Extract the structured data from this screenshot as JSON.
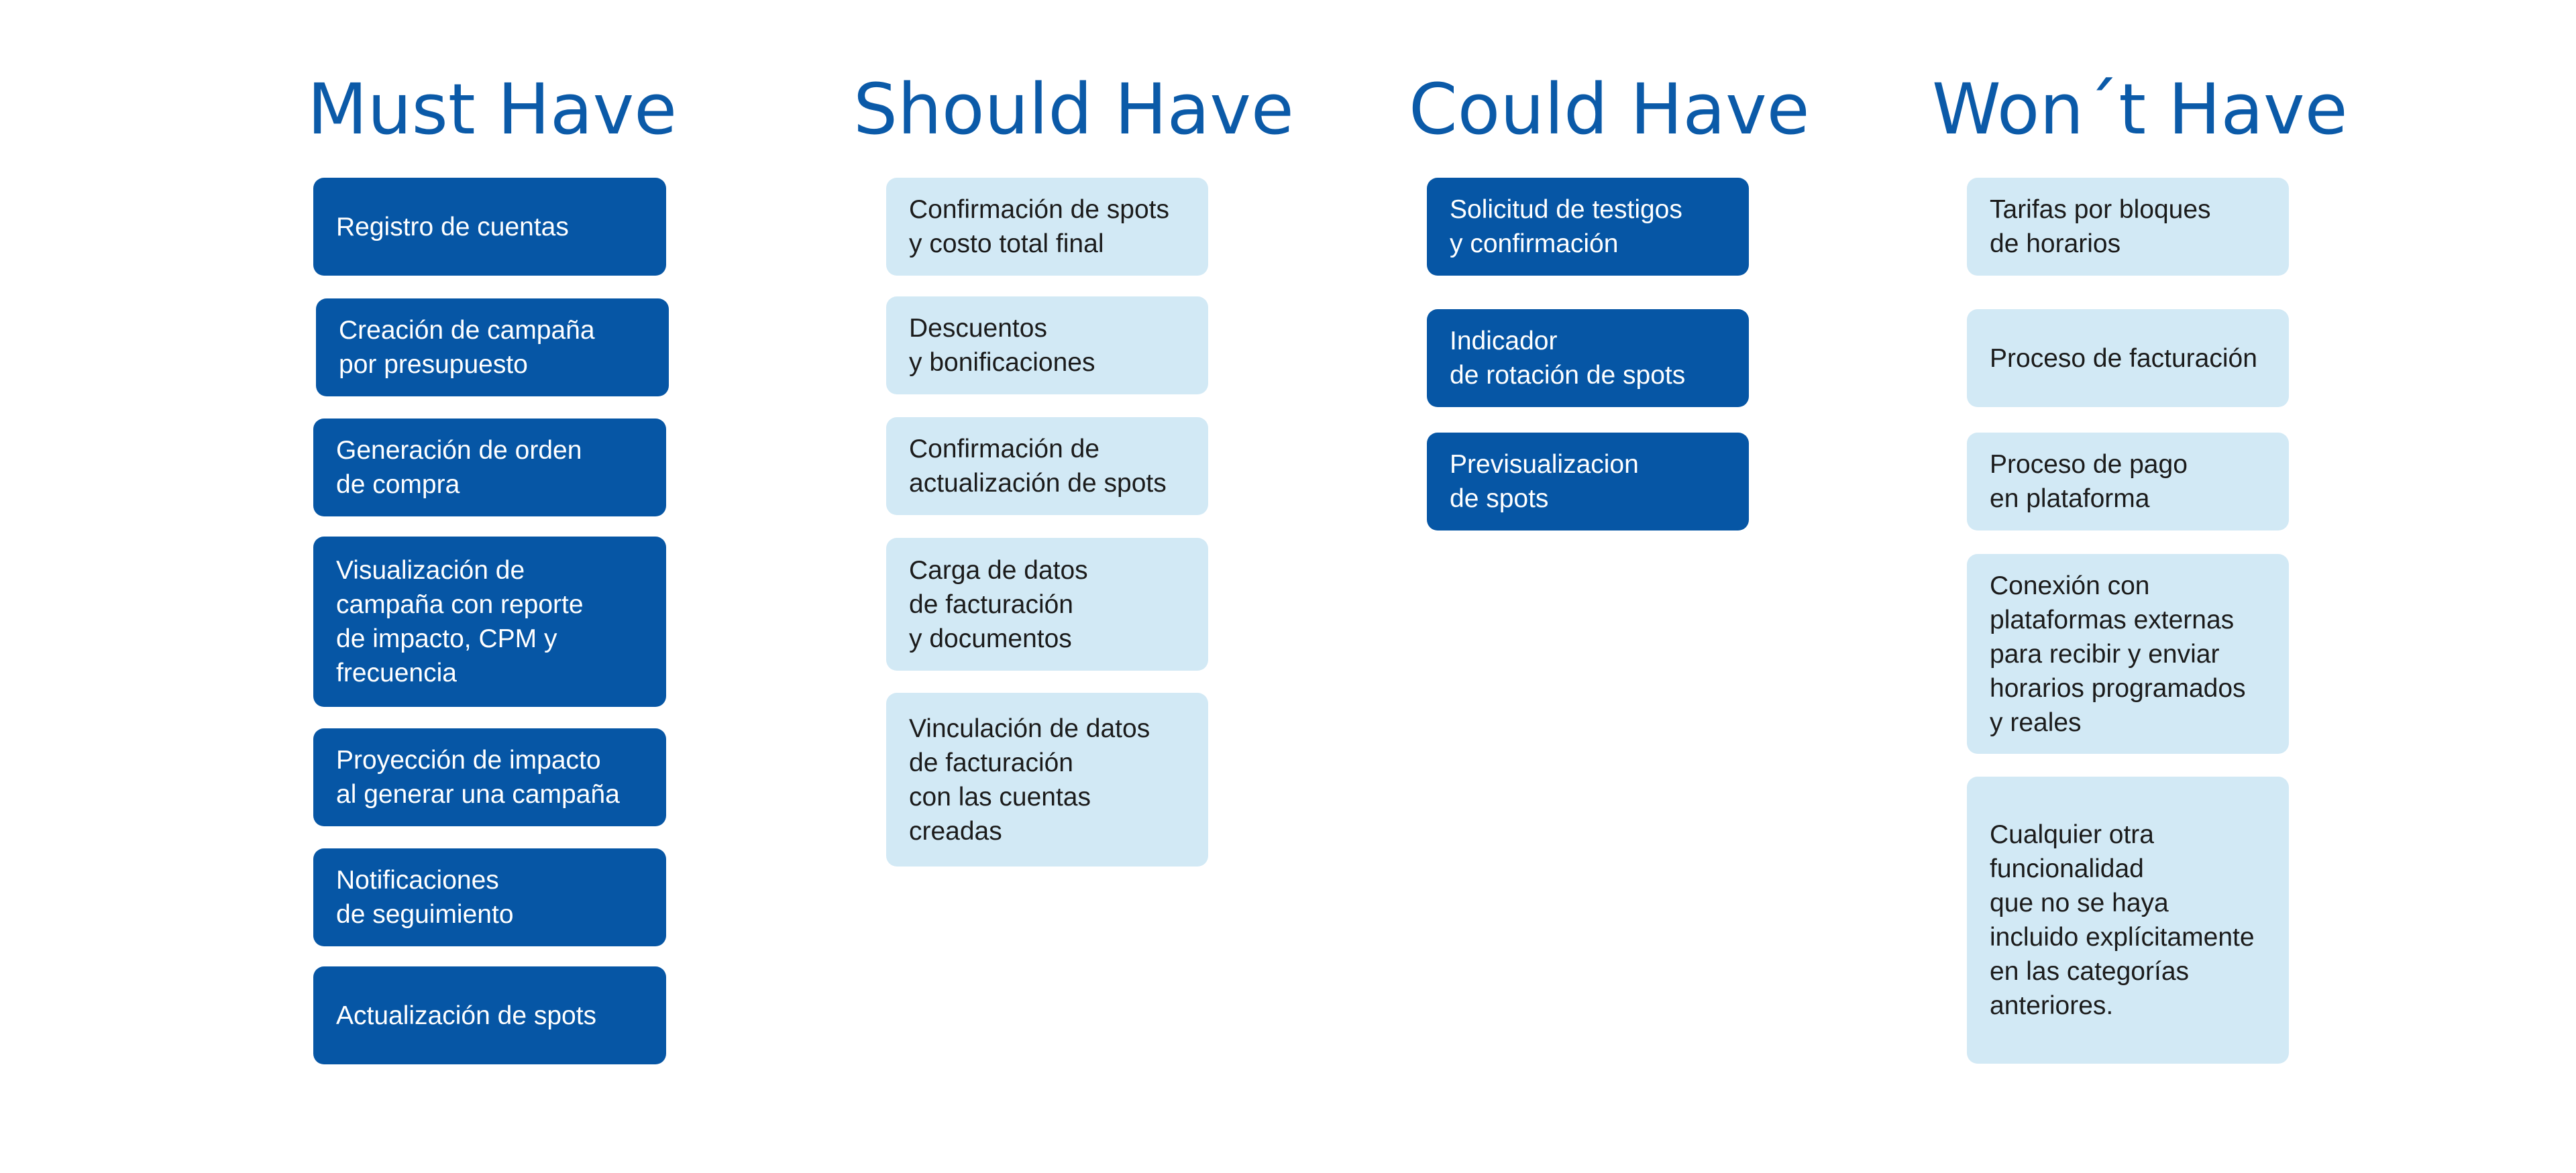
{
  "colors": {
    "title": "#0b5aa8",
    "dark_card_bg": "#0656a5",
    "dark_card_text": "#ffffff",
    "light_card_bg": "#d2e9f5",
    "light_card_text": "#1b1b1b"
  },
  "columns": [
    {
      "title": "Must Have",
      "style": "dark",
      "items": [
        "Registro de cuentas",
        "Creación de campaña\npor presupuesto",
        "Generación de orden\nde compra",
        "Visualización de\ncampaña con reporte\nde impacto, CPM y\nfrecuencia",
        "Proyección de impacto\nal generar una campaña",
        "Notificaciones\nde seguimiento",
        "Actualización de spots"
      ]
    },
    {
      "title": "Should Have",
      "style": "light",
      "items": [
        "Confirmación de spots\ny costo total final",
        "Descuentos\ny bonificaciones",
        "Confirmación de\nactualización de spots",
        "Carga de datos\nde facturación\ny documentos",
        "Vinculación  de datos\nde facturación\ncon las cuentas\ncreadas"
      ]
    },
    {
      "title": "Could Have",
      "style": "dark",
      "items": [
        "Solicitud de testigos\ny confirmación",
        "Indicador\nde rotación de spots",
        "Previsualizacion\nde spots"
      ]
    },
    {
      "title": "Won´t Have",
      "style": "light",
      "items": [
        "Tarifas por bloques\nde horarios",
        "Proceso de facturación",
        "Proceso de pago\nen plataforma",
        "Conexión con\nplataformas externas\npara recibir y enviar\nhorarios programados\ny reales",
        "Cualquier otra\nfuncionalidad\nque no se haya\nincluido explícitamente\nen las categorías\nanteriores."
      ]
    }
  ]
}
